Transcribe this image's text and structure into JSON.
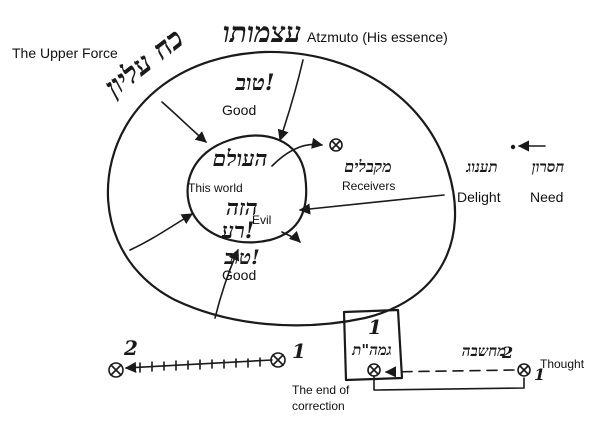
{
  "labels": {
    "upper_force": "The Upper Force",
    "atzmuto": "Atzmuto (His essence)",
    "good_top": "Good",
    "this_world": "This world",
    "evil": "Evil",
    "good_bottom": "Good",
    "receivers": "Receivers",
    "delight": "Delight",
    "need": "Need",
    "end_of_correction_1": "The end of",
    "end_of_correction_2": "correction",
    "thought": "Thought"
  },
  "hebrew": {
    "koach_elyon": "כח עליון",
    "atzmuto": "עצמותו",
    "tov_top": "טוב!",
    "haolam": "העולם",
    "hazeh": "הזה",
    "ra": "רע!",
    "tov_bottom": "טוב!",
    "mekablim": "מקבלים",
    "taanug": "תענוג",
    "chesron": "חסרון",
    "gmar_tikkun": "גמה\"ת",
    "machshava": "מחשבה"
  },
  "numbers": {
    "n1_line": "1",
    "n2_line": "2",
    "n1_box": "1",
    "n2_thought": "2",
    "n1_thought_side": "1"
  },
  "colors": {
    "ink": "#1a1a1a",
    "background": "#ffffff"
  },
  "icons": [
    "circled-x-icon"
  ]
}
